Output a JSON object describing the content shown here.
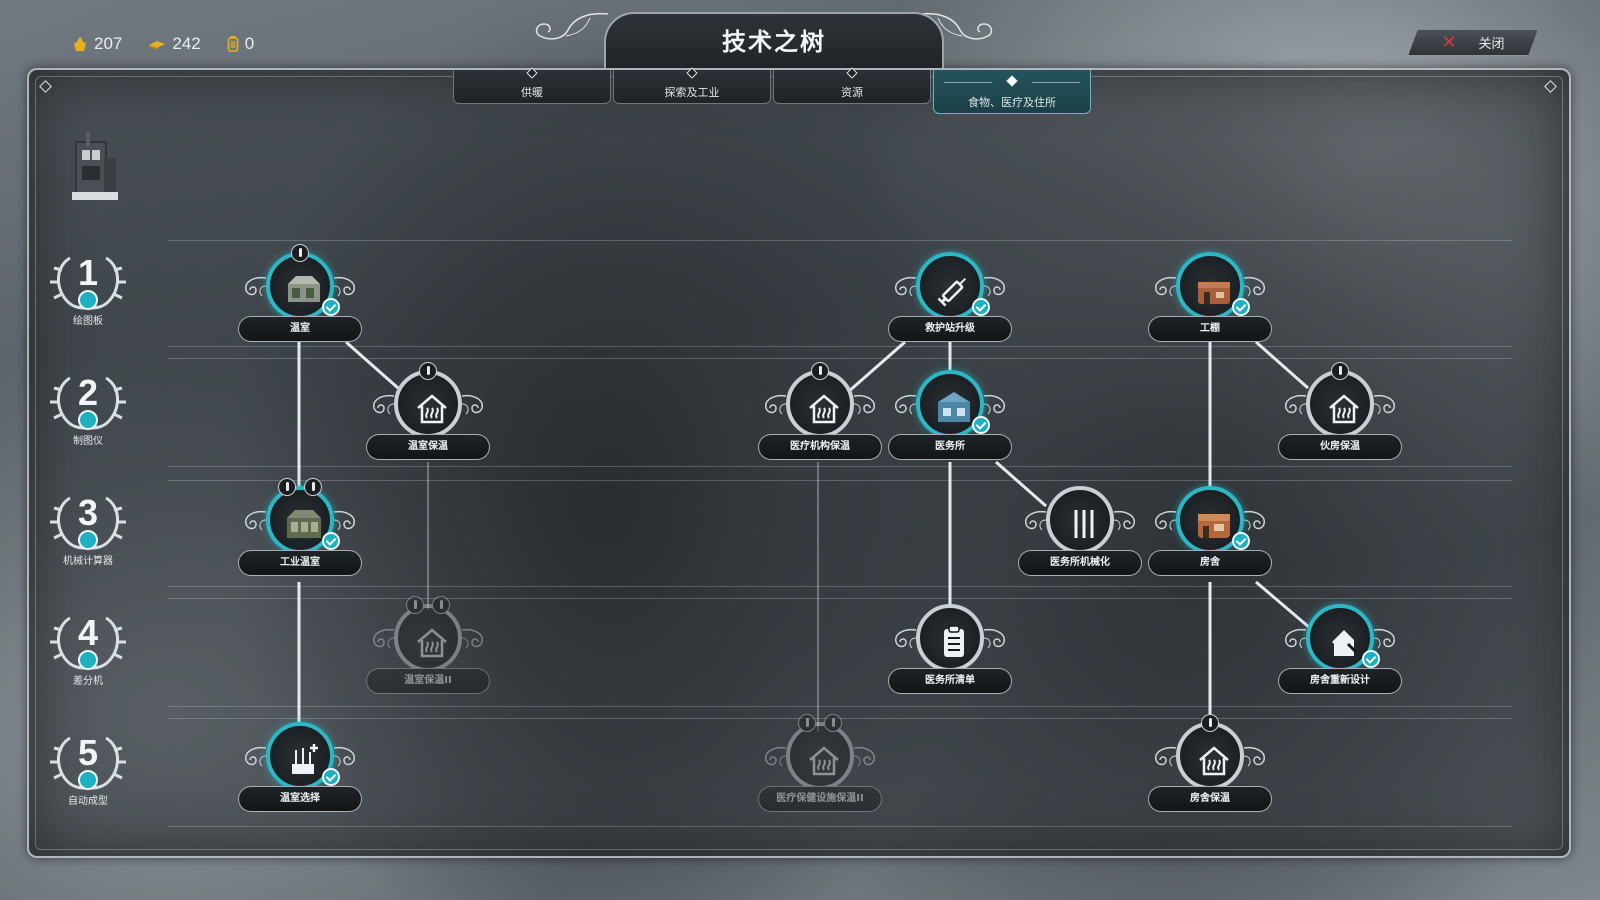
{
  "resources": [
    {
      "name": "coal-icon",
      "value": "207"
    },
    {
      "name": "steel-icon",
      "value": "242"
    },
    {
      "name": "steam-core-icon",
      "value": "0"
    }
  ],
  "title": "技术之树",
  "close_label": "关闭",
  "tabs": [
    {
      "label": "供暖",
      "active": false
    },
    {
      "label": "探索及工业",
      "active": false
    },
    {
      "label": "资源",
      "active": false
    },
    {
      "label": "食物、医疗及住所",
      "active": true
    }
  ],
  "tiers": [
    {
      "num": "1",
      "label": "绘图板"
    },
    {
      "num": "2",
      "label": "制图仪"
    },
    {
      "num": "3",
      "label": "机械计算器"
    },
    {
      "num": "4",
      "label": "差分机"
    },
    {
      "num": "5",
      "label": "自动成型"
    }
  ],
  "nodes": [
    {
      "id": "greenhouse",
      "label": "温室",
      "state": "researched",
      "icon": "greenhouse-icon"
    },
    {
      "id": "greenhouse-heat",
      "label": "温室保温",
      "state": "available",
      "icon": "heat-house-icon"
    },
    {
      "id": "industrial-greenhouse",
      "label": "工业温室",
      "state": "researched",
      "icon": "industrial-greenhouse-icon"
    },
    {
      "id": "greenhouse-heat-2",
      "label": "温室保温II",
      "state": "locked",
      "icon": "heat-house-icon"
    },
    {
      "id": "greenhouse-selection",
      "label": "温室选择",
      "state": "researched",
      "icon": "greenhouse-selection-icon"
    },
    {
      "id": "care-upgrade",
      "label": "救护站升级",
      "state": "researched",
      "icon": "syringe-icon"
    },
    {
      "id": "medical-heat",
      "label": "医疗机构保温",
      "state": "available",
      "icon": "heat-house-icon"
    },
    {
      "id": "infirmary",
      "label": "医务所",
      "state": "researched",
      "icon": "infirmary-icon"
    },
    {
      "id": "infirmary-mech",
      "label": "医务所机械化",
      "state": "available",
      "icon": "cutlery-icon"
    },
    {
      "id": "infirmary-list",
      "label": "医务所清单",
      "state": "available",
      "icon": "clipboard-icon"
    },
    {
      "id": "medical-heat-2",
      "label": "医疗保健设施保温II",
      "state": "locked",
      "icon": "heat-house-icon"
    },
    {
      "id": "bunkhouse",
      "label": "工棚",
      "state": "researched",
      "icon": "bunkhouse-icon"
    },
    {
      "id": "bunkhouse-heat",
      "label": "伙房保温",
      "state": "available",
      "icon": "heat-house-icon"
    },
    {
      "id": "house",
      "label": "房舍",
      "state": "researched",
      "icon": "house-icon"
    },
    {
      "id": "house-redesign",
      "label": "房舍重新设计",
      "state": "researched",
      "icon": "house-redesign-icon"
    },
    {
      "id": "house-heat",
      "label": "房舍保温",
      "state": "available",
      "icon": "heat-house-icon"
    }
  ],
  "colors": {
    "accent": "#2bb7c4",
    "danger": "#d83a3a"
  }
}
